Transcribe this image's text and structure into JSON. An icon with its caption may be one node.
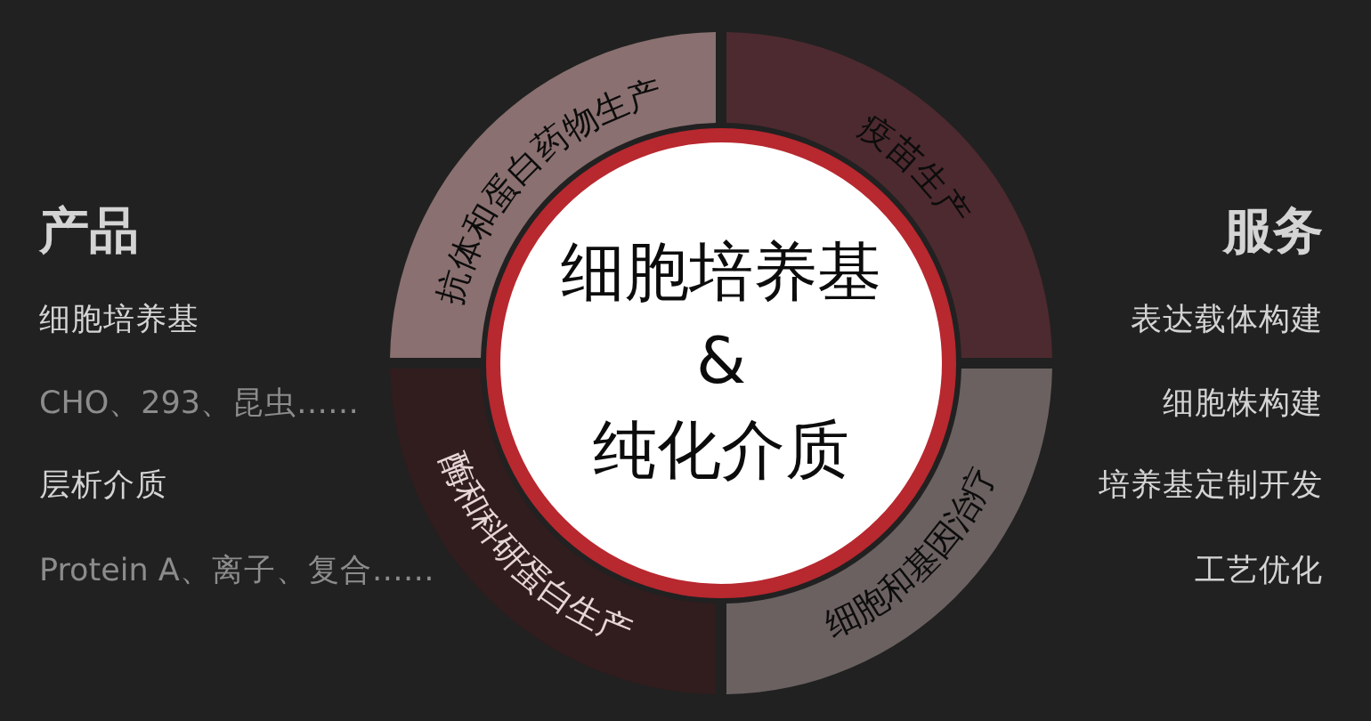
{
  "diagram": {
    "nodes": [
      {
        "text": [
          "细胞培养基",
          "&",
          "纯化介质"
        ]
      },
      {
        "text": [
          "抗体和蛋白药物生产"
        ]
      },
      {
        "text": [
          "疫苗生产"
        ]
      },
      {
        "text": [
          "酶和科研蛋白生产"
        ]
      },
      {
        "text": [
          "细胞和基因治疗"
        ]
      }
    ],
    "labels": [
      "产品",
      "细胞培养基",
      "CHO、293、昆虫……",
      "层析介质",
      "Protein A、离子、复合……",
      "服务",
      "表达载体构建",
      "细胞株构建",
      "培养基定制开发",
      "工艺优化"
    ]
  }
}
